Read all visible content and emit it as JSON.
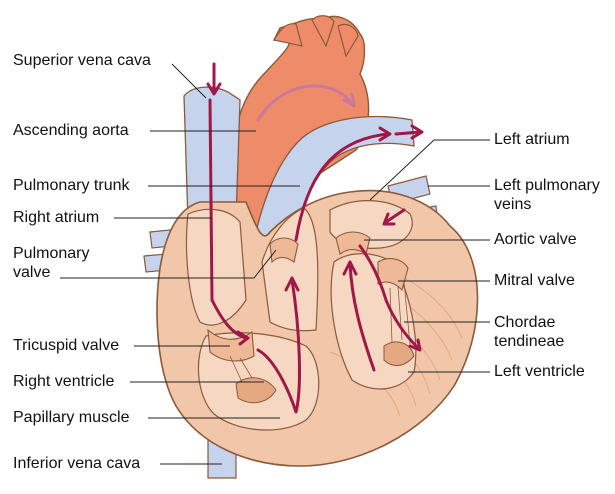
{
  "colors": {
    "myocardium": "#f2c6a8",
    "myocardium_dark": "#e5a982",
    "outline": "#8a5a3c",
    "aorta": "#ee8b68",
    "aorta_dark": "#e06e4a",
    "vein": "#c6d3ec",
    "vein_dark": "#9fb3d9",
    "flow_arrow": "#a01848",
    "flow_arrow_light": "#c97a9a",
    "label_line": "#222222"
  },
  "labels": {
    "superior_vena_cava": "Superior vena cava",
    "ascending_aorta": "Ascending aorta",
    "pulmonary_trunk": "Pulmonary trunk",
    "right_atrium": "Right atrium",
    "pulmonary_valve": "Pulmonary valve",
    "tricuspid_valve": "Tricuspid valve",
    "right_ventricle": "Right ventricle",
    "papillary_muscle": "Papillary muscle",
    "inferior_vena_cava": "Inferior vena cava",
    "left_atrium": "Left atrium",
    "left_pulmonary_veins": "Left pulmonary veins",
    "aortic_valve": "Aortic valve",
    "mitral_valve": "Mitral valve",
    "chordae_tendineae": "Chordae tendineae",
    "left_ventricle": "Left ventricle"
  }
}
